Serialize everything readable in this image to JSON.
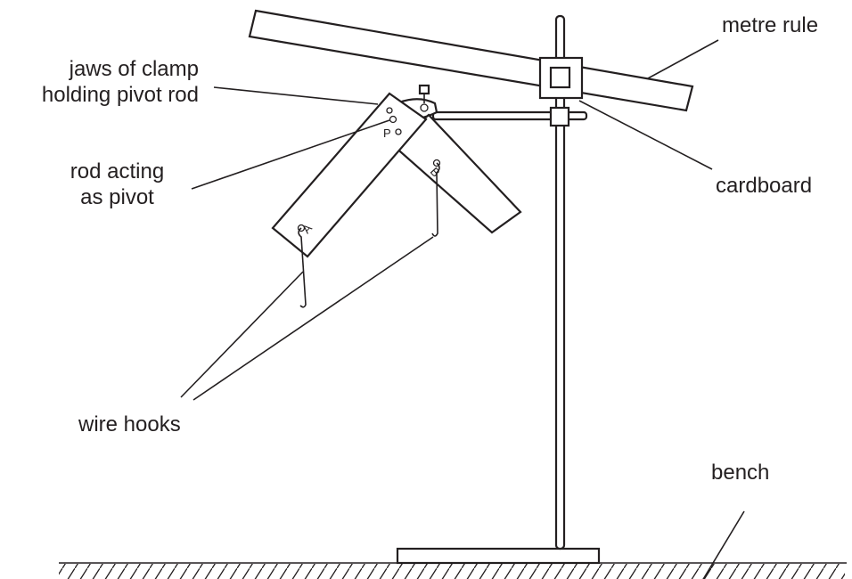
{
  "labels": {
    "metre_rule": "metre rule",
    "jaws_line1": "jaws of clamp",
    "jaws_line2": "holding pivot rod",
    "rod_line1": "rod acting",
    "rod_line2": "as pivot",
    "cardboard": "cardboard",
    "wire_hooks": "wire hooks",
    "bench": "bench"
  },
  "card_letters": {
    "pivot": "P",
    "card_a": "A",
    "card_b": "B"
  },
  "colors": {
    "ink": "#231f20",
    "background": "#ffffff"
  }
}
